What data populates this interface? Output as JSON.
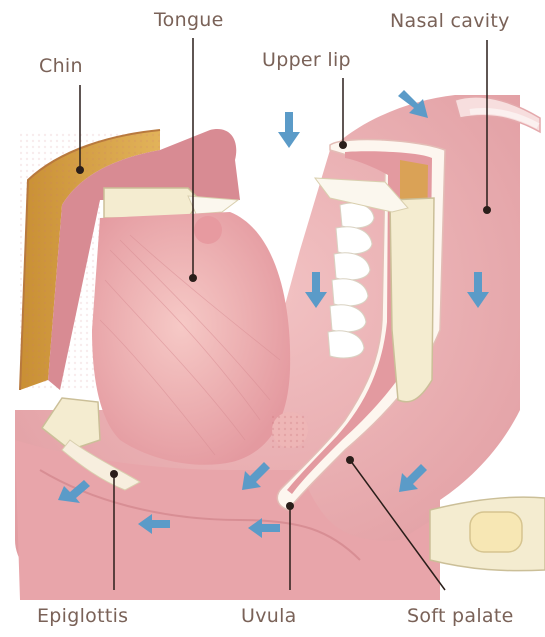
{
  "labels": {
    "chin": "Chin",
    "tongue": "Tongue",
    "upper_lip": "Upper lip",
    "nasal_cavity": "Nasal cavity",
    "epiglottis": "Epiglottis",
    "uvula": "Uvula",
    "soft_palate": "Soft palate"
  },
  "colors": {
    "label_text": "#7a6258",
    "leader_line": "#2a1e1a",
    "tissue": "#e9a9ad",
    "tissue_dark": "#c9767c",
    "tongue": "#f0b6b6",
    "bone": "#f4ecd0",
    "fat": "#d7a443",
    "arrow": "#5b9bc8"
  },
  "icons": [
    "airflow-arrow-icon",
    "teeth-icon",
    "bone-icon"
  ]
}
